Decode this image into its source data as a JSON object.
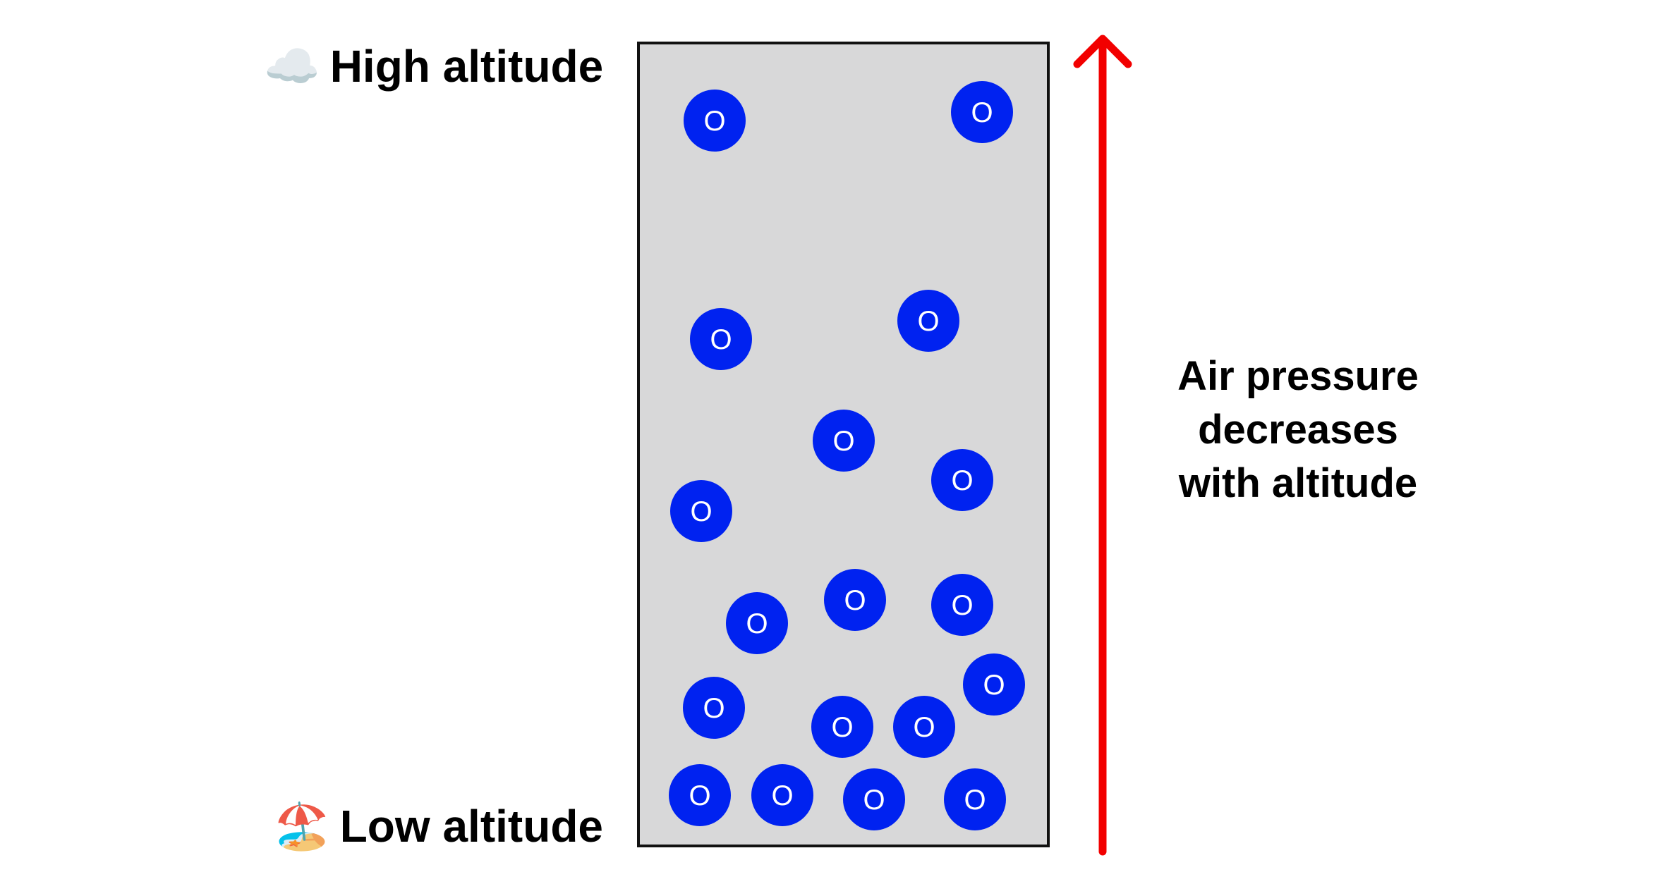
{
  "labels": {
    "high": {
      "emoji": "☁️",
      "text": "High altitude"
    },
    "low": {
      "emoji": "🏖️",
      "text": "Low altitude"
    }
  },
  "molecule": {
    "label": "O",
    "fill": "#0022f0",
    "text_color": "#ffffff"
  },
  "column": {
    "fill": "#d8d8d9",
    "border": "#111111"
  },
  "arrow": {
    "color": "#f20000",
    "direction": "up"
  },
  "annotation": {
    "lines": [
      "Air pressure",
      "decreases",
      "with altitude"
    ]
  }
}
